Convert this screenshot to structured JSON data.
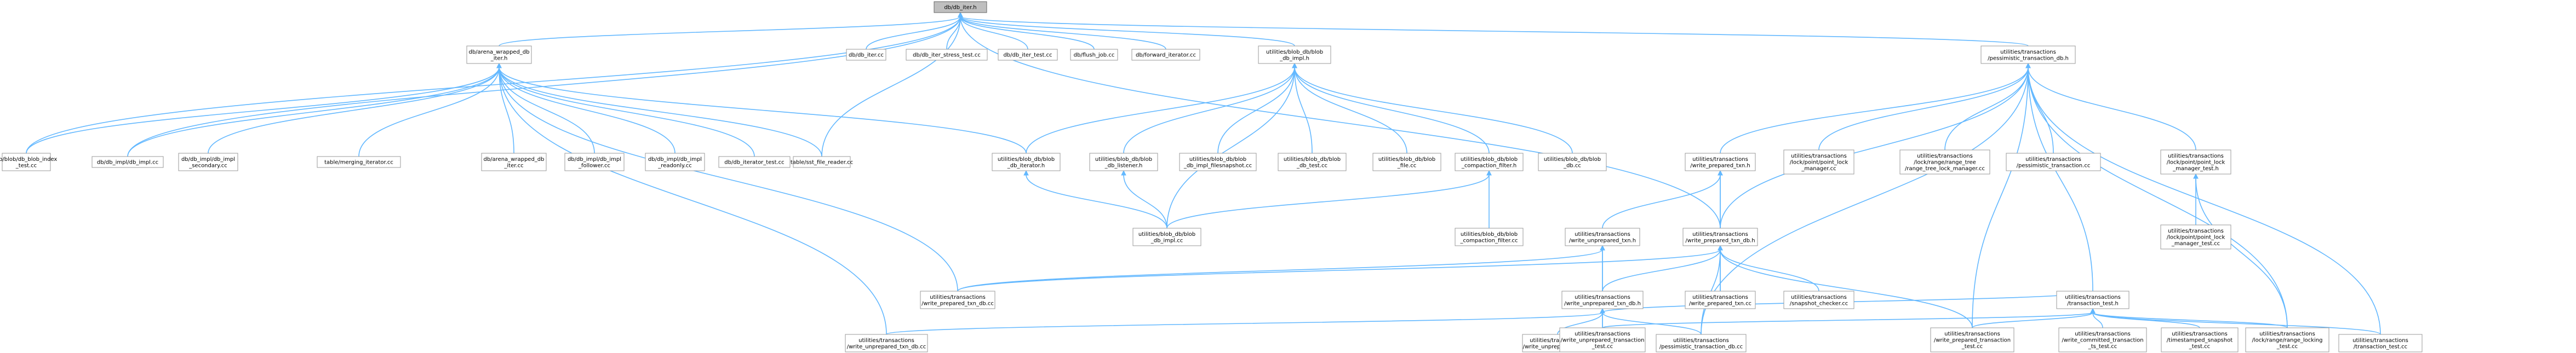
{
  "graph": {
    "edge_color": "#63b8ff",
    "root_fill": "#bfbfbf",
    "nodes": [
      {
        "id": "n_root",
        "lines": [
          "db/db_iter.h"
        ],
        "root": true
      },
      {
        "id": "n_arena",
        "lines": [
          "db/arena_wrapped_db",
          "_iter.h"
        ]
      },
      {
        "id": "n_blobidx",
        "lines": [
          "db/blob/db_blob_index",
          "_test.cc"
        ]
      },
      {
        "id": "n_dbimplcc",
        "lines": [
          "db/db_impl/db_impl.cc"
        ]
      },
      {
        "id": "n_secondary",
        "lines": [
          "db/db_impl/db_impl",
          "_secondary.cc"
        ]
      },
      {
        "id": "n_merging",
        "lines": [
          "table/merging_iterator.cc"
        ]
      },
      {
        "id": "n_arenacc",
        "lines": [
          "db/arena_wrapped_db",
          "_iter.cc"
        ]
      },
      {
        "id": "n_follower",
        "lines": [
          "db/db_impl/db_impl",
          "_follower.cc"
        ]
      },
      {
        "id": "n_readonly",
        "lines": [
          "db/db_impl/db_impl",
          "_readonly.cc"
        ]
      },
      {
        "id": "n_itertest",
        "lines": [
          "db/db_iterator_test.cc"
        ]
      },
      {
        "id": "n_sstreader",
        "lines": [
          "table/sst_file_reader.cc"
        ]
      },
      {
        "id": "n_dbitercc",
        "lines": [
          "db/db_iter.cc"
        ]
      },
      {
        "id": "n_stress",
        "lines": [
          "db/db_iter_stress_test.cc"
        ]
      },
      {
        "id": "n_itertestcc",
        "lines": [
          "db/db_iter_test.cc"
        ]
      },
      {
        "id": "n_flush",
        "lines": [
          "db/flush_job.cc"
        ]
      },
      {
        "id": "n_fwd",
        "lines": [
          "db/forward_iterator.cc"
        ]
      },
      {
        "id": "n_blobimplh",
        "lines": [
          "utilities/blob_db/blob",
          "_db_impl.h"
        ]
      },
      {
        "id": "n_blobiter",
        "lines": [
          "utilities/blob_db/blob",
          "_db_iterator.h"
        ]
      },
      {
        "id": "n_bloblistener",
        "lines": [
          "utilities/blob_db/blob",
          "_db_listener.h"
        ]
      },
      {
        "id": "n_blobsnap",
        "lines": [
          "utilities/blob_db/blob",
          "_db_impl_filesnapshot.cc"
        ]
      },
      {
        "id": "n_blobtest",
        "lines": [
          "utilities/blob_db/blob",
          "_db_test.cc"
        ]
      },
      {
        "id": "n_blobfile",
        "lines": [
          "utilities/blob_db/blob",
          "_file.cc"
        ]
      },
      {
        "id": "n_blobcompfilth",
        "lines": [
          "utilities/blob_db/blob",
          "_compaction_filter.h"
        ]
      },
      {
        "id": "n_blobdbcc",
        "lines": [
          "utilities/blob_db/blob",
          "_db.cc"
        ]
      },
      {
        "id": "n_blobimplcc",
        "lines": [
          "utilities/blob_db/blob",
          "_db_impl.cc"
        ]
      },
      {
        "id": "n_blobcompfiltcc",
        "lines": [
          "utilities/blob_db/blob",
          "_compaction_filter.cc"
        ]
      },
      {
        "id": "n_pess",
        "lines": [
          "utilities/transactions",
          "/pessimistic_transaction_db.h"
        ]
      },
      {
        "id": "n_wptxnh",
        "lines": [
          "utilities/transactions",
          "/write_prepared_txn.h"
        ]
      },
      {
        "id": "n_ptlockmgr",
        "lines": [
          "utilities/transactions",
          "/lock/point/point_lock",
          "_manager.cc"
        ]
      },
      {
        "id": "n_rangetree",
        "lines": [
          "utilities/transactions",
          "/lock/range/range_tree",
          "/range_tree_lock_manager.cc"
        ]
      },
      {
        "id": "n_pesstxncc",
        "lines": [
          "utilities/transactions",
          "/pessimistic_transaction.cc"
        ]
      },
      {
        "id": "n_ptlockmgrh",
        "lines": [
          "utilities/transactions",
          "/lock/point/point_lock",
          "_manager_test.h"
        ]
      },
      {
        "id": "n_wuptxnh",
        "lines": [
          "utilities/transactions",
          "/write_unprepared_txn.h"
        ]
      },
      {
        "id": "n_wptxndbh",
        "lines": [
          "utilities/transactions",
          "/write_prepared_txn_db.h"
        ]
      },
      {
        "id": "n_ptlockmgrtest",
        "lines": [
          "utilities/transactions",
          "/lock/point/point_lock",
          "_manager_test.cc"
        ]
      },
      {
        "id": "n_wptxndbcc",
        "lines": [
          "utilities/transactions",
          "/write_prepared_txn_db.cc"
        ]
      },
      {
        "id": "n_wuptxndbh",
        "lines": [
          "utilities/transactions",
          "/write_unprepared_txn_db.h"
        ]
      },
      {
        "id": "n_wptxncc",
        "lines": [
          "utilities/transactions",
          "/write_prepared_txn.cc"
        ]
      },
      {
        "id": "n_snapchk",
        "lines": [
          "utilities/transactions",
          "/snapshot_checker.cc"
        ]
      },
      {
        "id": "n_wuptxndbcc",
        "lines": [
          "utilities/transactions",
          "/write_unprepared_txn_db.cc"
        ]
      },
      {
        "id": "n_wuptxncc",
        "lines": [
          "utilities/transactions",
          "/write_unprepared_txn.cc"
        ]
      },
      {
        "id": "n_pesstxndbcc",
        "lines": [
          "utilities/transactions",
          "/pessimistic_transaction_db.cc"
        ]
      },
      {
        "id": "n_txntesth",
        "lines": [
          "utilities/transactions",
          "/transaction_test.h"
        ]
      },
      {
        "id": "n_wutxntest",
        "lines": [
          "utilities/transactions",
          "/write_unprepared_transaction",
          "_test.cc"
        ]
      },
      {
        "id": "n_wptxntest",
        "lines": [
          "utilities/transactions",
          "/write_prepared_transaction",
          "_test.cc"
        ]
      },
      {
        "id": "n_wctxntest",
        "lines": [
          "utilities/transactions",
          "/write_committed_transaction",
          "_ts_test.cc"
        ]
      },
      {
        "id": "n_tssnap",
        "lines": [
          "utilities/transactions",
          "/timestamped_snapshot",
          "_test.cc"
        ]
      },
      {
        "id": "n_rangelock",
        "lines": [
          "utilities/transactions",
          "/lock/range/range_locking",
          "_test.cc"
        ]
      },
      {
        "id": "n_txntest",
        "lines": [
          "utilities/transactions",
          "/transaction_test.cc"
        ]
      }
    ],
    "edges": [
      [
        "n_root",
        "n_arena"
      ],
      [
        "n_root",
        "n_blobidx"
      ],
      [
        "n_root",
        "n_dbimplcc"
      ],
      [
        "n_root",
        "n_dbitercc"
      ],
      [
        "n_root",
        "n_stress"
      ],
      [
        "n_root",
        "n_itertestcc"
      ],
      [
        "n_root",
        "n_flush"
      ],
      [
        "n_root",
        "n_fwd"
      ],
      [
        "n_root",
        "n_blobimplh"
      ],
      [
        "n_root",
        "n_pess"
      ],
      [
        "n_root",
        "n_wptxndbh"
      ],
      [
        "n_root",
        "n_sstreader"
      ],
      [
        "n_arena",
        "n_blobidx"
      ],
      [
        "n_arena",
        "n_dbimplcc"
      ],
      [
        "n_arena",
        "n_secondary"
      ],
      [
        "n_arena",
        "n_merging"
      ],
      [
        "n_arena",
        "n_arenacc"
      ],
      [
        "n_arena",
        "n_follower"
      ],
      [
        "n_arena",
        "n_readonly"
      ],
      [
        "n_arena",
        "n_itertest"
      ],
      [
        "n_arena",
        "n_sstreader"
      ],
      [
        "n_arena",
        "n_blobiter"
      ],
      [
        "n_arena",
        "n_wptxndbcc"
      ],
      [
        "n_arena",
        "n_wuptxndbcc"
      ],
      [
        "n_blobimplh",
        "n_blobiter"
      ],
      [
        "n_blobimplh",
        "n_bloblistener"
      ],
      [
        "n_blobimplh",
        "n_blobsnap"
      ],
      [
        "n_blobimplh",
        "n_blobtest"
      ],
      [
        "n_blobimplh",
        "n_blobfile"
      ],
      [
        "n_blobimplh",
        "n_blobcompfilth"
      ],
      [
        "n_blobimplh",
        "n_blobdbcc"
      ],
      [
        "n_blobimplh",
        "n_blobimplcc"
      ],
      [
        "n_blobiter",
        "n_blobimplcc"
      ],
      [
        "n_bloblistener",
        "n_blobimplcc"
      ],
      [
        "n_blobcompfilth",
        "n_blobimplcc"
      ],
      [
        "n_blobcompfilth",
        "n_blobcompfiltcc"
      ],
      [
        "n_pess",
        "n_wptxnh"
      ],
      [
        "n_pess",
        "n_ptlockmgr"
      ],
      [
        "n_pess",
        "n_rangetree"
      ],
      [
        "n_pess",
        "n_pesstxncc"
      ],
      [
        "n_pess",
        "n_ptlockmgrh"
      ],
      [
        "n_pess",
        "n_wptxndbh"
      ],
      [
        "n_pess",
        "n_txntesth"
      ],
      [
        "n_pess",
        "n_pesstxndbcc"
      ],
      [
        "n_pess",
        "n_wptxntest"
      ],
      [
        "n_pess",
        "n_rangelock"
      ],
      [
        "n_pess",
        "n_txntest"
      ],
      [
        "n_wptxnh",
        "n_wuptxnh"
      ],
      [
        "n_wptxnh",
        "n_wptxndbh"
      ],
      [
        "n_wptxnh",
        "n_wptxncc"
      ],
      [
        "n_ptlockmgrh",
        "n_ptlockmgrtest"
      ],
      [
        "n_ptlockmgrh",
        "n_rangelock"
      ],
      [
        "n_wuptxnh",
        "n_wuptxndbh"
      ],
      [
        "n_wuptxnh",
        "n_wptxndbcc"
      ],
      [
        "n_wuptxnh",
        "n_wutxntest"
      ],
      [
        "n_wptxndbh",
        "n_wuptxndbh"
      ],
      [
        "n_wptxndbh",
        "n_wptxndbcc"
      ],
      [
        "n_wptxndbh",
        "n_wptxncc"
      ],
      [
        "n_wptxndbh",
        "n_snapchk"
      ],
      [
        "n_wptxndbh",
        "n_pesstxndbcc"
      ],
      [
        "n_wptxndbh",
        "n_wptxntest"
      ],
      [
        "n_wuptxndbh",
        "n_wuptxndbcc"
      ],
      [
        "n_wuptxndbh",
        "n_wuptxncc"
      ],
      [
        "n_wuptxndbh",
        "n_pesstxndbcc"
      ],
      [
        "n_wuptxndbh",
        "n_txntesth"
      ],
      [
        "n_wuptxndbh",
        "n_wutxntest"
      ],
      [
        "n_txntesth",
        "n_wutxntest"
      ],
      [
        "n_txntesth",
        "n_wptxntest"
      ],
      [
        "n_txntesth",
        "n_wctxntest"
      ],
      [
        "n_txntesth",
        "n_tssnap"
      ],
      [
        "n_txntesth",
        "n_rangelock"
      ],
      [
        "n_txntesth",
        "n_txntest"
      ]
    ]
  }
}
